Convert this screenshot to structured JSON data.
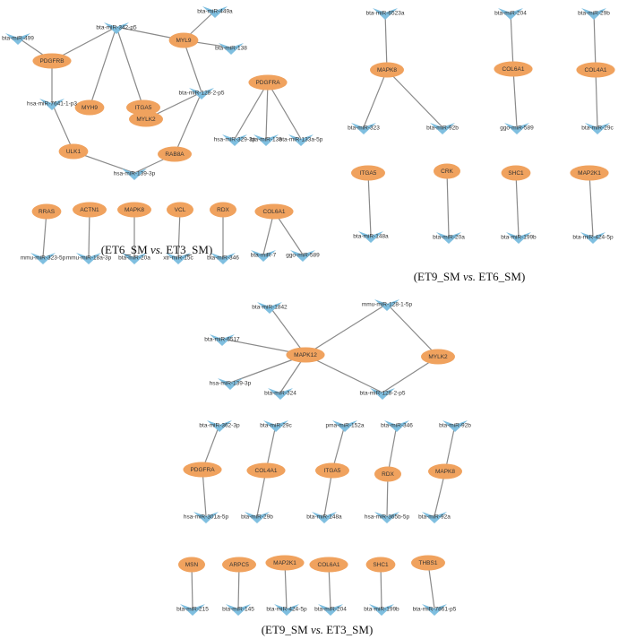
{
  "colors": {
    "gene": "#f0a25e",
    "mirna": "#7fbfe0",
    "edge": "#8a8a8a"
  },
  "panels": [
    {
      "id": "p1",
      "caption": {
        "pre": "(ET6_SM ",
        "vs": "vs.",
        "post": " ET3_SM)"
      },
      "nodes": [
        {
          "id": "pdgfrb",
          "type": "gene",
          "label": "PDGFRB"
        },
        {
          "id": "myh9",
          "type": "gene",
          "label": "MYH9"
        },
        {
          "id": "itga5",
          "type": "gene",
          "label": "ITGA5"
        },
        {
          "id": "myl9",
          "type": "gene",
          "label": "MYL9"
        },
        {
          "id": "mylk2",
          "type": "gene",
          "label": "MYLK2"
        },
        {
          "id": "ulk1",
          "type": "gene",
          "label": "ULK1"
        },
        {
          "id": "rab8a",
          "type": "gene",
          "label": "RAB8A"
        },
        {
          "id": "pdgfra",
          "type": "gene",
          "label": "PDGFRA"
        },
        {
          "id": "m499",
          "type": "mirna",
          "label": "bta-miR-499"
        },
        {
          "id": "m342",
          "type": "mirna",
          "label": "bta-miR-342-p5"
        },
        {
          "id": "m449a",
          "type": "mirna",
          "label": "bta-miR-449a"
        },
        {
          "id": "m138",
          "type": "mirna",
          "label": "bta-miR-138"
        },
        {
          "id": "m7641",
          "type": "mirna",
          "label": "hsa-miR-7641-1-p3"
        },
        {
          "id": "m1282",
          "type": "mirna",
          "label": "bta-miR-128-2-p5"
        },
        {
          "id": "m1393",
          "type": "mirna",
          "label": "hsa-miR-139-3p"
        },
        {
          "id": "m3293",
          "type": "mirna",
          "label": "hsa-miR-329-3p"
        },
        {
          "id": "m138b",
          "type": "mirna",
          "label": "bta-miR-138"
        },
        {
          "id": "m133a",
          "type": "mirna",
          "label": "bta-miR-133a-5p"
        },
        {
          "id": "rras",
          "type": "gene",
          "label": "RRAS"
        },
        {
          "id": "actn1",
          "type": "gene",
          "label": "ACTN1"
        },
        {
          "id": "mapk8",
          "type": "gene",
          "label": "MAPK8"
        },
        {
          "id": "vcl",
          "type": "gene",
          "label": "VCL"
        },
        {
          "id": "rdx",
          "type": "gene",
          "label": "RDX"
        },
        {
          "id": "col6a1",
          "type": "gene",
          "label": "COL6A1"
        },
        {
          "id": "m3235",
          "type": "mirna",
          "label": "mmu-miR-323-5p"
        },
        {
          "id": "m18a",
          "type": "mirna",
          "label": "mmu-miR-18a-3p"
        },
        {
          "id": "m20a",
          "type": "mirna",
          "label": "bta-miR-20a"
        },
        {
          "id": "m15c",
          "type": "mirna",
          "label": "xtr-miR-15c"
        },
        {
          "id": "m346",
          "type": "mirna",
          "label": "bta-miR-346"
        },
        {
          "id": "m7",
          "type": "mirna",
          "label": "bta-miR-7"
        },
        {
          "id": "m589",
          "type": "mirna",
          "label": "ggo-miR-589"
        }
      ],
      "edges": [
        [
          "pdgfrb",
          "m499"
        ],
        [
          "pdgfrb",
          "m342"
        ],
        [
          "m342",
          "myh9"
        ],
        [
          "m342",
          "itga5"
        ],
        [
          "m342",
          "myl9"
        ],
        [
          "myl9",
          "m449a"
        ],
        [
          "myl9",
          "m138"
        ],
        [
          "myl9",
          "m1282"
        ],
        [
          "pdgfrb",
          "m7641"
        ],
        [
          "m7641",
          "ulk1"
        ],
        [
          "m1282",
          "mylk2"
        ],
        [
          "m1282",
          "rab8a"
        ],
        [
          "ulk1",
          "m1393"
        ],
        [
          "rab8a",
          "m1393"
        ],
        [
          "pdgfra",
          "m3293"
        ],
        [
          "pdgfra",
          "m138b"
        ],
        [
          "pdgfra",
          "m133a"
        ],
        [
          "rras",
          "m3235"
        ],
        [
          "actn1",
          "m18a"
        ],
        [
          "mapk8",
          "m20a"
        ],
        [
          "vcl",
          "m15c"
        ],
        [
          "rdx",
          "m346"
        ],
        [
          "col6a1",
          "m7"
        ],
        [
          "col6a1",
          "m589"
        ]
      ]
    },
    {
      "id": "p2",
      "caption": {
        "pre": "(ET9_SM ",
        "vs": "vs.",
        "post": " ET6_SM)"
      },
      "nodes": [
        {
          "id": "m6523",
          "type": "mirna",
          "label": "bta-miR-6523a"
        },
        {
          "id": "mapk8",
          "type": "gene",
          "label": "MAPK8"
        },
        {
          "id": "m323",
          "type": "mirna",
          "label": "bta-miR-323"
        },
        {
          "id": "m92b",
          "type": "mirna",
          "label": "bta-miR-92b"
        },
        {
          "id": "m204",
          "type": "mirna",
          "label": "bta-miR-204"
        },
        {
          "id": "col6a1",
          "type": "gene",
          "label": "COL6A1"
        },
        {
          "id": "m589",
          "type": "mirna",
          "label": "ggo-miR-589"
        },
        {
          "id": "m29b",
          "type": "mirna",
          "label": "bta-miR-29b"
        },
        {
          "id": "col4a1",
          "type": "gene",
          "label": "COL4A1"
        },
        {
          "id": "m29c",
          "type": "mirna",
          "label": "bta-miR-29c"
        },
        {
          "id": "itga5",
          "type": "gene",
          "label": "ITGA5"
        },
        {
          "id": "m148a",
          "type": "mirna",
          "label": "bta-miR-148a"
        },
        {
          "id": "crk",
          "type": "gene",
          "label": "CRK"
        },
        {
          "id": "m20a",
          "type": "mirna",
          "label": "bta-miR-20a"
        },
        {
          "id": "shc1",
          "type": "gene",
          "label": "SHC1"
        },
        {
          "id": "m199b",
          "type": "mirna",
          "label": "bta-miR-199b"
        },
        {
          "id": "map2k1",
          "type": "gene",
          "label": "MAP2K1"
        },
        {
          "id": "m424",
          "type": "mirna",
          "label": "bta-miR-424-5p"
        }
      ],
      "edges": [
        [
          "m6523",
          "mapk8"
        ],
        [
          "mapk8",
          "m323"
        ],
        [
          "mapk8",
          "m92b"
        ],
        [
          "m204",
          "col6a1"
        ],
        [
          "col6a1",
          "m589"
        ],
        [
          "m29b",
          "col4a1"
        ],
        [
          "col4a1",
          "m29c"
        ],
        [
          "itga5",
          "m148a"
        ],
        [
          "crk",
          "m20a"
        ],
        [
          "shc1",
          "m199b"
        ],
        [
          "map2k1",
          "m424"
        ]
      ]
    },
    {
      "id": "p3",
      "caption": {
        "pre": "(ET9_SM ",
        "vs": "vs.",
        "post": " ET3_SM)"
      },
      "nodes": [
        {
          "id": "m1842",
          "type": "mirna",
          "label": "bta-miR-1842"
        },
        {
          "id": "m1281",
          "type": "mirna",
          "label": "mmu-miR-128-1-5p"
        },
        {
          "id": "m6517",
          "type": "mirna",
          "label": "bta-miR-6517"
        },
        {
          "id": "mapk12",
          "type": "gene",
          "label": "MAPK12"
        },
        {
          "id": "mylk2",
          "type": "gene",
          "label": "MYLK2"
        },
        {
          "id": "m1393",
          "type": "mirna",
          "label": "hsa-miR-139-3p"
        },
        {
          "id": "m324",
          "type": "mirna",
          "label": "bta-miR-324"
        },
        {
          "id": "m1282",
          "type": "mirna",
          "label": "bta-miR-128-2-p5"
        },
        {
          "id": "m3623",
          "type": "mirna",
          "label": "bta-miR-362-3p"
        },
        {
          "id": "m29c",
          "type": "mirna",
          "label": "bta-miR-29c"
        },
        {
          "id": "m152a",
          "type": "mirna",
          "label": "pma-miR-152a"
        },
        {
          "id": "m346",
          "type": "mirna",
          "label": "bta-miR-346"
        },
        {
          "id": "m92b",
          "type": "mirna",
          "label": "bta-miR-92b"
        },
        {
          "id": "pdgfra",
          "type": "gene",
          "label": "PDGFRA"
        },
        {
          "id": "col4a1",
          "type": "gene",
          "label": "COL4A1"
        },
        {
          "id": "itga5",
          "type": "gene",
          "label": "ITGA5"
        },
        {
          "id": "rdx",
          "type": "gene",
          "label": "RDX"
        },
        {
          "id": "mapk8",
          "type": "gene",
          "label": "MAPK8"
        },
        {
          "id": "m301a",
          "type": "mirna",
          "label": "hsa-miR-301a-5p"
        },
        {
          "id": "m29b",
          "type": "mirna",
          "label": "bta-miR-29b"
        },
        {
          "id": "m148a",
          "type": "mirna",
          "label": "bta-miR-148a"
        },
        {
          "id": "m365b",
          "type": "mirna",
          "label": "hsa-miR-365b-5p"
        },
        {
          "id": "m92a",
          "type": "mirna",
          "label": "bta-miR-92a"
        },
        {
          "id": "msn",
          "type": "gene",
          "label": "MSN"
        },
        {
          "id": "arpc5",
          "type": "gene",
          "label": "ARPC5"
        },
        {
          "id": "map2k1",
          "type": "gene",
          "label": "MAP2K1"
        },
        {
          "id": "col6a1",
          "type": "gene",
          "label": "COL6A1"
        },
        {
          "id": "shc1",
          "type": "gene",
          "label": "SHC1"
        },
        {
          "id": "thbs1",
          "type": "gene",
          "label": "THBS1"
        },
        {
          "id": "m215",
          "type": "mirna",
          "label": "bta-miR-215"
        },
        {
          "id": "m145",
          "type": "mirna",
          "label": "bta-miR-145"
        },
        {
          "id": "m424",
          "type": "mirna",
          "label": "bta-miR-424-5p"
        },
        {
          "id": "m204",
          "type": "mirna",
          "label": "bta-miR-204"
        },
        {
          "id": "m199b",
          "type": "mirna",
          "label": "bta-miR-199b"
        },
        {
          "id": "m7861",
          "type": "mirna",
          "label": "bta-miR-7861-p5"
        }
      ],
      "edges": [
        [
          "mapk12",
          "m1842"
        ],
        [
          "mapk12",
          "m6517"
        ],
        [
          "mapk12",
          "m1393"
        ],
        [
          "mapk12",
          "m324"
        ],
        [
          "mapk12",
          "m1281"
        ],
        [
          "mapk12",
          "m1282"
        ],
        [
          "m1281",
          "mylk2"
        ],
        [
          "mylk2",
          "m1282"
        ],
        [
          "m3623",
          "pdgfra"
        ],
        [
          "pdgfra",
          "m301a"
        ],
        [
          "m29c",
          "col4a1"
        ],
        [
          "col4a1",
          "m29b"
        ],
        [
          "m152a",
          "itga5"
        ],
        [
          "itga5",
          "m148a"
        ],
        [
          "m346",
          "rdx"
        ],
        [
          "rdx",
          "m365b"
        ],
        [
          "m92b",
          "mapk8"
        ],
        [
          "mapk8",
          "m92a"
        ],
        [
          "msn",
          "m215"
        ],
        [
          "arpc5",
          "m145"
        ],
        [
          "map2k1",
          "m424"
        ],
        [
          "col6a1",
          "m204"
        ],
        [
          "shc1",
          "m199b"
        ],
        [
          "thbs1",
          "m7861"
        ]
      ]
    }
  ]
}
